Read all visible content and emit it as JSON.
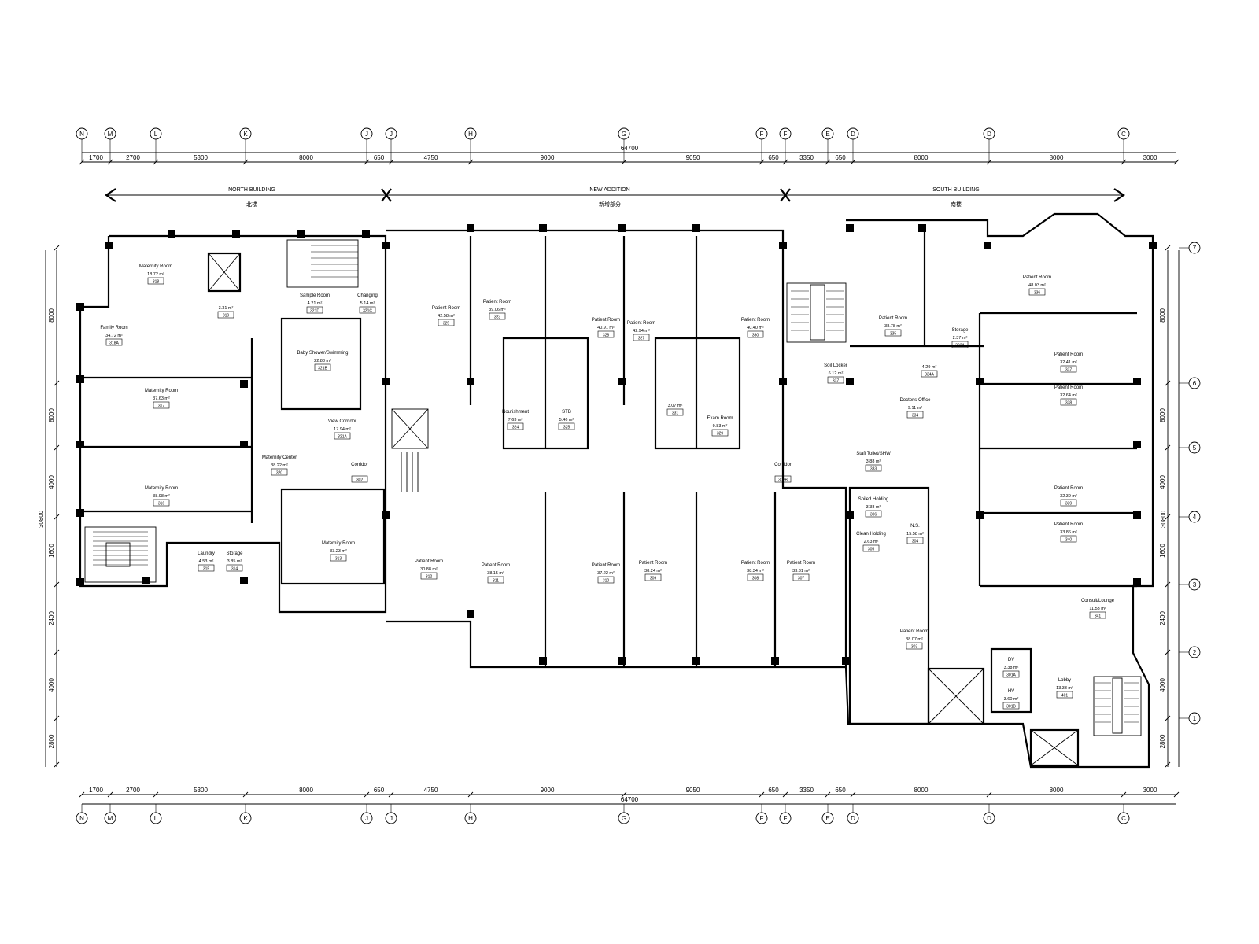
{
  "overall_dimension": "64700",
  "sections": [
    {
      "name": "NORTH BUILDING",
      "sub": "北楼"
    },
    {
      "name": "NEW ADDITION",
      "sub": "新增部分"
    },
    {
      "name": "SOUTH BUILDING",
      "sub": "南楼"
    }
  ],
  "axes_top": [
    "N",
    "M",
    "L",
    "K",
    "J",
    "J",
    "H",
    "G",
    "F",
    "F",
    "E",
    "D",
    "D",
    "C"
  ],
  "dims_top": [
    "1700",
    "2700",
    "5300",
    "8000",
    "650",
    "4750",
    "9000",
    "9050",
    "650",
    "3350",
    "650",
    "8000",
    "8000",
    "3000"
  ],
  "dims_bottom": [
    "1700",
    "2700",
    "5300",
    "8000",
    "650",
    "4750",
    "9000",
    "9050",
    "650",
    "3350",
    "650",
    "8000",
    "8000",
    "3000"
  ],
  "axes_right": [
    "7",
    "6",
    "5",
    "4",
    "3",
    "2",
    "1"
  ],
  "dims_right": [
    "8000",
    "8000",
    "4000",
    "1600",
    "2400",
    "4000",
    "2800"
  ],
  "dims_left": [
    "8000",
    "8000",
    "4000",
    "1600",
    "2400",
    "4000",
    "2800"
  ],
  "total_vertical": "30800",
  "rooms": [
    {
      "name": "Maternity Room",
      "area": "18.72 m²",
      "num": "318"
    },
    {
      "name": "Family Room",
      "area": "34.72 m²",
      "num": "318A"
    },
    {
      "name": "Maternity Room",
      "area": "37.63 m²",
      "num": "317"
    },
    {
      "name": "Maternity Room",
      "area": "38.98 m²",
      "num": "316"
    },
    {
      "name": "",
      "area": "3.31 m²",
      "num": "319"
    },
    {
      "name": "Sample Room",
      "area": "4.21 m²",
      "num": "321D"
    },
    {
      "name": "Changing",
      "area": "5.14 m²",
      "num": "321C"
    },
    {
      "name": "Baby Shower/Swimming",
      "area": "22.88 m²",
      "num": "321B"
    },
    {
      "name": "View Corridor",
      "area": "17.94 m²",
      "num": "321A"
    },
    {
      "name": "Maternity Center",
      "area": "38.22 m²",
      "num": "320"
    },
    {
      "name": "Corridor",
      "area": "",
      "num": "302"
    },
    {
      "name": "Maternity Room",
      "area": "33.23 m²",
      "num": "313"
    },
    {
      "name": "Laundry",
      "area": "4.53 m²",
      "num": "315"
    },
    {
      "name": "Storage",
      "area": "3.85 m²",
      "num": "314"
    },
    {
      "name": "Patient Room",
      "area": "42.58 m²",
      "num": "325"
    },
    {
      "name": "Patient Room",
      "area": "39.06 m²",
      "num": "323"
    },
    {
      "name": "Patient Room",
      "area": "40.91 m²",
      "num": "328"
    },
    {
      "name": "Patient Room",
      "area": "42.94 m²",
      "num": "327"
    },
    {
      "name": "Patient Room",
      "area": "40.40 m²",
      "num": "330"
    },
    {
      "name": "Nourishment",
      "area": "7.63 m²",
      "num": "324"
    },
    {
      "name": "STB",
      "area": "5.46 m²",
      "num": "325"
    },
    {
      "name": "",
      "area": "3.07 m²",
      "num": "331"
    },
    {
      "name": "Exam Room",
      "area": "9.83 m²",
      "num": "329"
    },
    {
      "name": "Patient Room",
      "area": "30.88 m²",
      "num": "312"
    },
    {
      "name": "Patient Room",
      "area": "38.15 m²",
      "num": "311"
    },
    {
      "name": "Patient Room",
      "area": "37.22 m²",
      "num": "310"
    },
    {
      "name": "Patient Room",
      "area": "38.24 m²",
      "num": "309"
    },
    {
      "name": "Patient Room",
      "area": "38.34 m²",
      "num": "308"
    },
    {
      "name": "Patient Room",
      "area": "33.31 m²",
      "num": "307"
    },
    {
      "name": "Corridor",
      "area": "",
      "num": "302B"
    },
    {
      "name": "Patient Room",
      "area": "38.78 m²",
      "num": "335"
    },
    {
      "name": "Storage",
      "area": "2.37 m²",
      "num": "302A"
    },
    {
      "name": "Soil Locker",
      "area": "6.12 m²",
      "num": "337"
    },
    {
      "name": "",
      "area": "4.29 m²",
      "num": "334A"
    },
    {
      "name": "Doctor's Office",
      "area": "9.11 m²",
      "num": "334"
    },
    {
      "name": "Staff Toilet/SHW",
      "area": "3.88 m²",
      "num": "333"
    },
    {
      "name": "Patient Room",
      "area": "48.03 m²",
      "num": "336"
    },
    {
      "name": "Patient Room",
      "area": "32.41 m²",
      "num": "337"
    },
    {
      "name": "Patient Room",
      "area": "32.64 m²",
      "num": "338"
    },
    {
      "name": "Patient Room",
      "area": "32.39 m²",
      "num": "339"
    },
    {
      "name": "Patient Room",
      "area": "33.86 m²",
      "num": "340"
    },
    {
      "name": "Soiled Holding",
      "area": "3.38 m²",
      "num": "306"
    },
    {
      "name": "Clean Holding",
      "area": "2.63 m²",
      "num": "305"
    },
    {
      "name": "N.S.",
      "area": "15.58 m²",
      "num": "304"
    },
    {
      "name": "Patient Room",
      "area": "38.07 m²",
      "num": "303"
    },
    {
      "name": "Consult/Lounge",
      "area": "11.53 m²",
      "num": "341"
    },
    {
      "name": "DV",
      "area": "3.38 m²",
      "num": "301A"
    },
    {
      "name": "HV",
      "area": "3.60 m²",
      "num": "301B"
    },
    {
      "name": "Lobby",
      "area": "13.33 m²",
      "num": "401"
    }
  ]
}
